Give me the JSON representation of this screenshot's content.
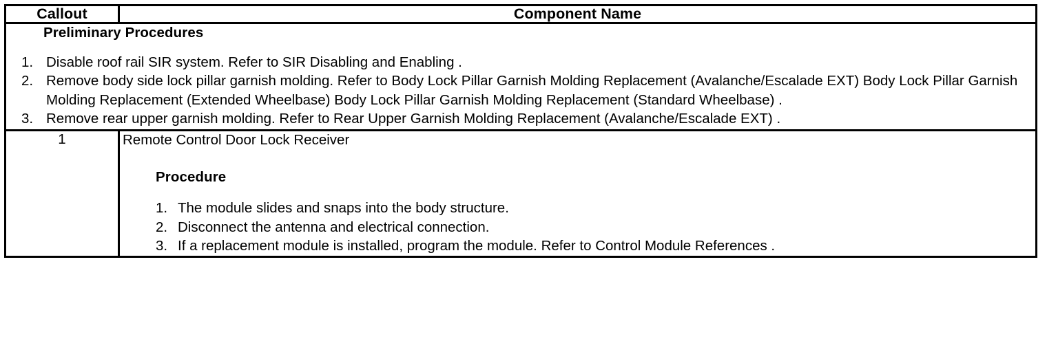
{
  "table": {
    "headers": {
      "callout": "Callout",
      "component_name": "Component Name"
    },
    "preliminary": {
      "title": "Preliminary Procedures",
      "steps": [
        {
          "number": "1.",
          "text": "Disable roof rail SIR system. Refer to SIR Disabling and Enabling ."
        },
        {
          "number": "2.",
          "text": "Remove body side lock pillar garnish molding. Refer to Body Lock Pillar Garnish Molding Replacement (Avalanche/Escalade EXT) Body Lock Pillar Garnish Molding Replacement (Extended Wheelbase) Body Lock Pillar Garnish Molding Replacement (Standard Wheelbase) ."
        },
        {
          "number": "3.",
          "text": "Remove rear upper garnish molding. Refer to Rear Upper Garnish Molding Replacement (Avalanche/Escalade EXT) ."
        }
      ]
    },
    "rows": [
      {
        "callout": "1",
        "component_name": "Remote Control Door Lock Receiver",
        "procedure_heading": "Procedure",
        "procedure_steps": [
          {
            "number": "1.",
            "text": "The module slides and snaps into the body structure."
          },
          {
            "number": "2.",
            "text": "Disconnect the antenna and electrical connection."
          },
          {
            "number": "3.",
            "text": "If a replacement module is installed, program the module. Refer to Control Module References ."
          }
        ]
      }
    ]
  }
}
